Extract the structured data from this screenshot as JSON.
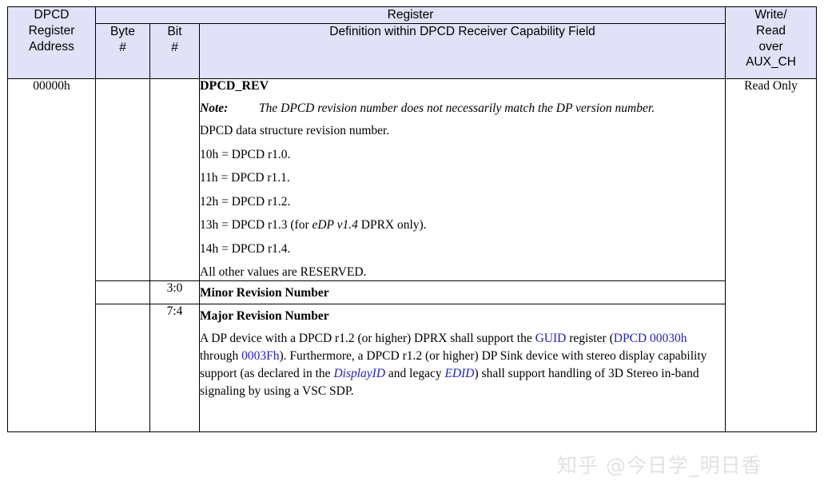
{
  "table": {
    "headers": {
      "address": "DPCD\nRegister\nAddress",
      "address_lines": [
        "DPCD",
        "Register",
        "Address"
      ],
      "register": "Register",
      "byte": "Byte\n#",
      "byte_lines": [
        "Byte",
        "#"
      ],
      "bit": "Bit\n#",
      "bit_lines": [
        "Bit",
        "#"
      ],
      "definition": "Definition within DPCD Receiver Capability Field",
      "write_read": "Write/\nRead\nover\nAUX_CH",
      "write_read_lines": [
        "Write/",
        "Read",
        "over",
        "AUX_CH"
      ]
    },
    "row": {
      "address": "00000h",
      "write_read": "Read Only",
      "register_name": "DPCD_REV",
      "note_label": "Note:",
      "note_text": "The DPCD revision number does not necessarily match the DP version number.",
      "description": "DPCD data structure revision number.",
      "revision_values": [
        {
          "prefix": "10h = DPCD r1.0.",
          "italic": "",
          "suffix": ""
        },
        {
          "prefix": "11h = DPCD r1.1.",
          "italic": "",
          "suffix": ""
        },
        {
          "prefix": "12h = DPCD r1.2.",
          "italic": "",
          "suffix": ""
        },
        {
          "prefix": "13h = DPCD r1.3 (for ",
          "italic": "eDP v1.4",
          "suffix": " DPRX only)."
        },
        {
          "prefix": "14h = DPCD r1.4.",
          "italic": "",
          "suffix": ""
        }
      ],
      "reserved_note": "All other values are RESERVED.",
      "bitfields": [
        {
          "bits": "3:0",
          "title": "Minor Revision Number",
          "body": []
        },
        {
          "bits": "7:4",
          "title": "Major Revision Number",
          "body": [
            {
              "t": "A DP device with a DPCD r1.2 (or higher) DPRX shall support the ",
              "style": "plain"
            },
            {
              "t": "GUID",
              "style": "link"
            },
            {
              "t": " register (",
              "style": "plain"
            },
            {
              "t": "DPCD 00030h",
              "style": "link"
            },
            {
              "t": " through ",
              "style": "plain"
            },
            {
              "t": "0003Fh",
              "style": "link"
            },
            {
              "t": "). Furthermore, a DPCD r1.2 (or higher) DP Sink device with stereo display capability support (as declared in the ",
              "style": "plain"
            },
            {
              "t": "DisplayID",
              "style": "link-italic"
            },
            {
              "t": " and legacy ",
              "style": "plain"
            },
            {
              "t": "EDID",
              "style": "link-italic"
            },
            {
              "t": ") shall support handling of 3D Stereo in-band signaling by using a VSC SDP.",
              "style": "plain"
            }
          ]
        }
      ]
    }
  },
  "watermark": {
    "text": "知乎 @今日学_明日香"
  },
  "colors": {
    "header_background": "#e1e1f8",
    "link": "#2222bb",
    "border": "#000000",
    "watermark": "#e2e2e2"
  }
}
